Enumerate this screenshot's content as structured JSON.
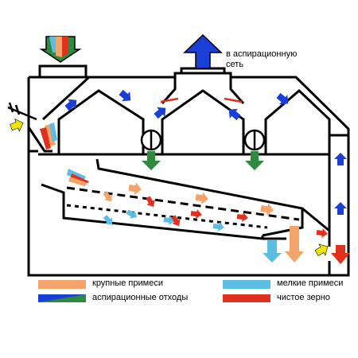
{
  "labels": {
    "aspiration_line1": "в аспирационную",
    "aspiration_line2": "сеть"
  },
  "legend": [
    {
      "label": "крупные примеси",
      "kind": "coarse",
      "color": "#f4a46a"
    },
    {
      "label": "аспирационные отходы",
      "kind": "aspiration",
      "color": "#1a3fd6",
      "color2": "#2e8a3e"
    },
    {
      "label": "мелкие примеси",
      "kind": "fine",
      "color": "#5bbde3"
    },
    {
      "label": "чистое зерно",
      "kind": "clean",
      "color": "#e0301e"
    }
  ],
  "colors": {
    "outline": "#000000",
    "air": "#1a3fd6",
    "coarse": "#f4a46a",
    "fine": "#5bbde3",
    "clean": "#e0301e",
    "aspiration_waste": "#2e8a3e",
    "feed": "#f2e600"
  },
  "icons": [
    "input-mixed-flow-arrow",
    "air-outlet-arrow",
    "airlock-valve-icon",
    "adjust-screw-icon"
  ]
}
